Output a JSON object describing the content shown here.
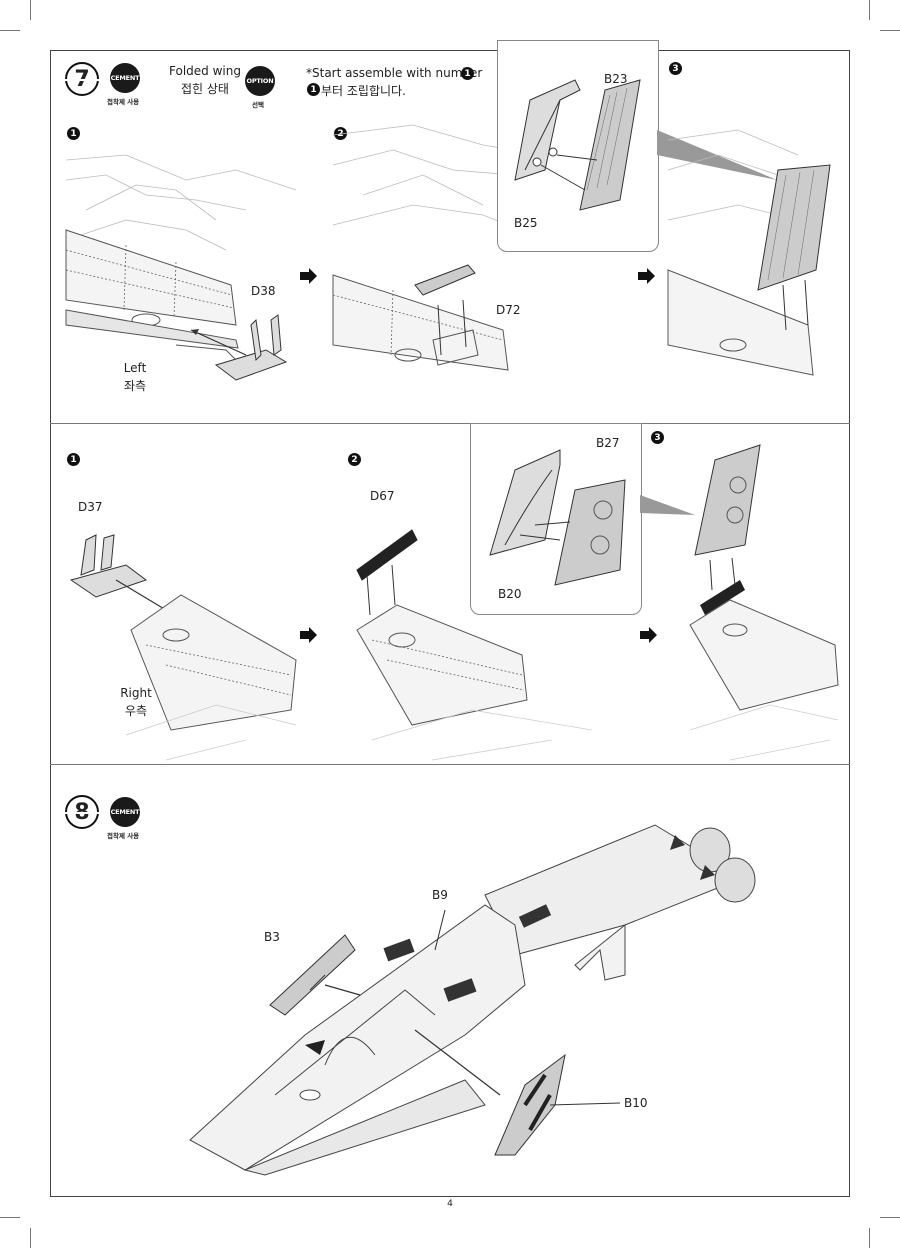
{
  "page_number": "4",
  "step7": {
    "number": "7",
    "cement_badge": "CEMENT",
    "cement_sub": "접착제 사용",
    "folded_wing_en": "Folded wing",
    "folded_wing_kr": "접힌 상태",
    "option_badge": "OPTION",
    "option_sub": "선택",
    "note_en": "*Start assemble with number",
    "note_kr": "부터 조립합니다.",
    "left_row": {
      "sub1": "1",
      "sub2": "2",
      "sub3": "3",
      "part_d38": "D38",
      "side_en": "Left",
      "side_kr": "좌측",
      "part_d72": "D72",
      "part_b23": "B23",
      "part_b25": "B25"
    },
    "right_row": {
      "sub1": "1",
      "sub2": "2",
      "sub3": "3",
      "part_d37": "D37",
      "side_en": "Right",
      "side_kr": "우측",
      "part_d67": "D67",
      "part_b27": "B27",
      "part_b20": "B20"
    }
  },
  "step8": {
    "number": "8",
    "cement_badge": "CEMENT",
    "cement_sub": "접착제 사용",
    "part_b9": "B9",
    "part_b3": "B3",
    "part_b10": "B10"
  }
}
